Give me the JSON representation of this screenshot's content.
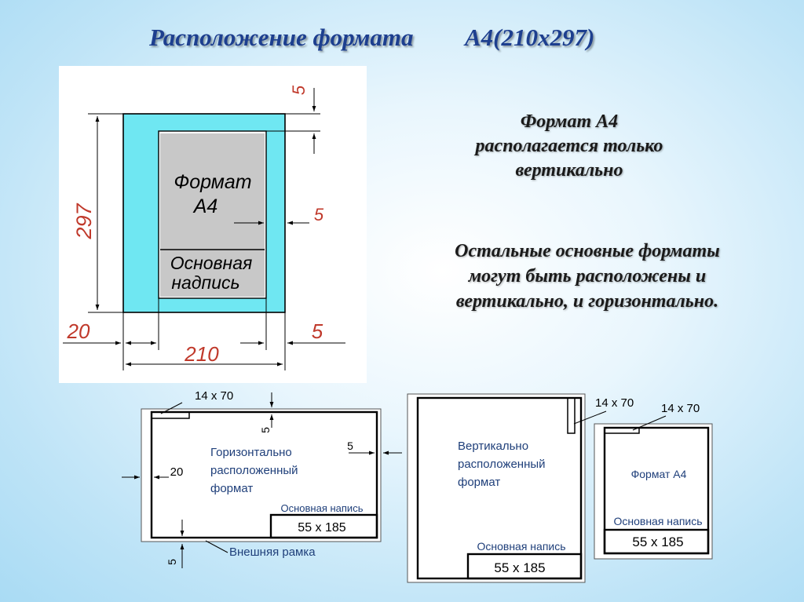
{
  "title": {
    "part1": "Расположение формата",
    "part2": "А4(210х297)"
  },
  "notes": {
    "a4_line1": "Формат А4",
    "a4_line2": "располагается только",
    "a4_line3": "вертикально",
    "other_line1": "Остальные основные форматы",
    "other_line2": "могут быть расположены и",
    "other_line3": "вертикально, и горизонтально."
  },
  "a4_drawing": {
    "format_line1": "Формат",
    "format_line2": "А4",
    "stamp_line1": "Основная",
    "stamp_line2": "надпись",
    "dim_height": "297",
    "dim_width": "210",
    "dim_left": "20",
    "dim_right": "5",
    "dim_top": "5",
    "dim_inner": "5"
  },
  "horizontal_format": {
    "label_line1": "Горизонтально",
    "label_line2": "расположенный",
    "label_line3": "формат",
    "corner_size": "14 х 70",
    "dim_top": "5",
    "dim_right": "5",
    "dim_left": "20",
    "dim_bottom": "5",
    "stamp_label": "Основная напись",
    "stamp_size": "55 х 185",
    "outer_frame": "Внешняя рамка"
  },
  "vertical_format": {
    "label_line1": "Вертикально",
    "label_line2": "расположенный",
    "label_line3": "формат",
    "corner_size": "14 х 70",
    "stamp_label": "Основная напись",
    "stamp_size": "55 х 185"
  },
  "small_a4_format": {
    "label": "Формат А4",
    "corner_size": "14 х 70",
    "stamp_label": "Основная напись",
    "stamp_size": "55 х 185"
  },
  "colors": {
    "title": "#1d3f8f",
    "page_fill": "#6fe7f2",
    "content_fill": "#c8c8c8",
    "dimension_red": "#c0392b"
  }
}
